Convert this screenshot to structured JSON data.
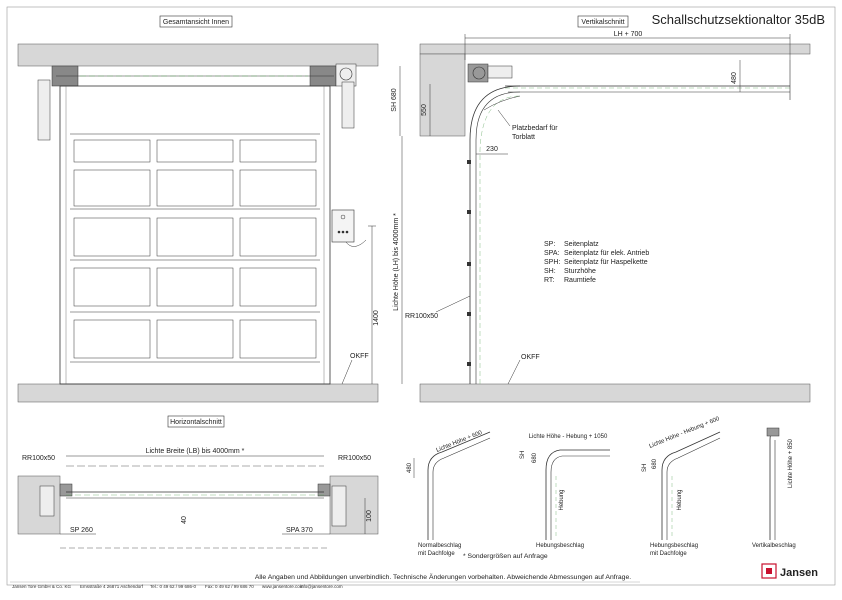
{
  "title": "Schallschutzsektionaltor 35dB",
  "views": {
    "front": "Gesamtansicht Innen",
    "vertical": "Vertikalschnitt",
    "horizontal": "Horizontalschnitt"
  },
  "dims": {
    "lh700": "LH + 700",
    "d480": "480",
    "sh680": "SH 680",
    "d550": "550",
    "d230": "230",
    "d1400": "1400",
    "lh": "Lichte Höhe (LH) bis 4000mm *",
    "lb": "Lichte Breite (LB) bis 4000mm *",
    "d40": "40",
    "d100": "100",
    "rr_left": "RR100x50",
    "rr_right": "RR100x50",
    "rr_vert": "RR100x50",
    "sp260": "SP 260",
    "spa370": "SPA 370",
    "okff": "OKFF"
  },
  "space": [
    "Platzbedarf für",
    "Torblatt"
  ],
  "legend": [
    {
      "k": "SP:",
      "v": "Seitenplatz"
    },
    {
      "k": "SPA:",
      "v": "Seitenplatz für elek. Antrieb"
    },
    {
      "k": "SPH:",
      "v": "Seitenplatz für Haspelkette"
    },
    {
      "k": "SH:",
      "v": "Sturzhöhe"
    },
    {
      "k": "RT:",
      "v": "Raumtiefe"
    }
  ],
  "fittings": [
    {
      "name": [
        "Normalbeschlag",
        "mit Dachfolge"
      ],
      "top": "Lichte Höhe + 600",
      "dim": "480"
    },
    {
      "name": [
        "Hebungsbeschlag"
      ],
      "top": "Lichte Höhe - Hebung + 1050",
      "sh": "SH",
      "dim": "680",
      "heb": "Hebung"
    },
    {
      "name": [
        "Hebungsbeschlag",
        "mit Dachfolge"
      ],
      "top": "Lichte Höhe - Hebung + 600",
      "sh": "SH",
      "dim": "680",
      "heb": "Hebung"
    },
    {
      "name": [
        "Vertikalbeschlag"
      ],
      "top": "Lichte Höhe + 850"
    }
  ],
  "special": "* Sondergrößen auf Anfrage",
  "disclaimer": "Alle Angaben und Abbildungen unverbindlich. Technische Änderungen vorbehalten. Abweichende Abmessungen auf Anfrage.",
  "footer": {
    "company": "Jansen Tore    GmbH & Co. KG",
    "street": "Emsstraße 4    26871 Aschendorf",
    "tel": "Tel.: 0 49 62 / 99 686-0",
    "fax": "Fax: 0 49 62 / 99 686 70",
    "web": "www.jansentore.com",
    "mail": "info@jansentore.com"
  },
  "logo": "Jansen",
  "colors": {
    "wall": "#d7d7d7",
    "line": "#333333",
    "brand": "#c8102e"
  }
}
